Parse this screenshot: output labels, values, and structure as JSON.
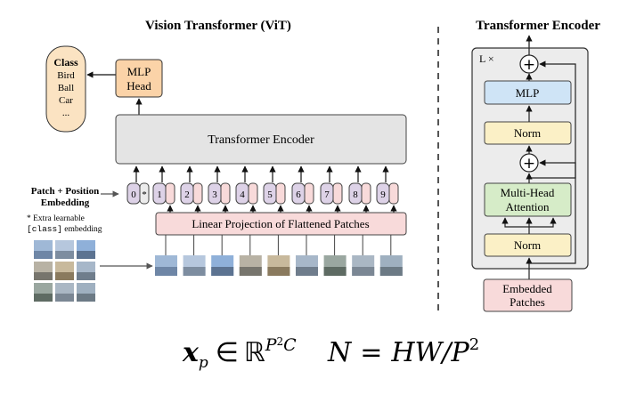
{
  "vit": {
    "title": "Vision Transformer (ViT)",
    "class_box": {
      "header": "Class",
      "items": [
        "Bird",
        "Ball",
        "Car",
        "..."
      ]
    },
    "mlp_head": {
      "line1": "MLP",
      "line2": "Head"
    },
    "encoder_label": "Transformer Encoder",
    "patch_pos_label": {
      "line1": "Patch + Position",
      "line2": "Embedding"
    },
    "extra_note": {
      "line1": "* Extra learnable",
      "line2_code": "[class]",
      "line2_rest": " embedding"
    },
    "tokens": [
      "0",
      "1",
      "2",
      "3",
      "4",
      "5",
      "6",
      "7",
      "8",
      "9"
    ],
    "cls_marker": "*",
    "linear_projection": "Linear Projection of Flattened Patches"
  },
  "encoder_detail": {
    "title": "Transformer Encoder",
    "repeat_label": "L ×",
    "plus": "+",
    "mlp": "MLP",
    "norm": "Norm",
    "attention": {
      "line1": "Multi-Head",
      "line2": "Attention"
    },
    "input": {
      "line1": "Embedded",
      "line2": "Patches"
    }
  },
  "formulas": {
    "left": {
      "base": "x",
      "sub": "p",
      "in": "∈",
      "set": "ℝ",
      "sup_base": "P",
      "sup_exp": "2",
      "sup_tail": "C"
    },
    "right": {
      "lhs": "N",
      "eq": "=",
      "rhs": "HW/P",
      "exp": "2"
    }
  },
  "colors": {
    "class_fill": "#fbe3c2",
    "mlp_head_fill": "#fbd3a8",
    "encoder_fill": "#e4e4e4",
    "linear_fill": "#f8dada",
    "token_fill": "#ddd2e7",
    "mlp_fill": "#cfe4f6",
    "norm_fill": "#fbf0c6",
    "attention_fill": "#d6ecc8",
    "embedded_fill": "#f8dada",
    "outer_fill": "#ececec"
  }
}
